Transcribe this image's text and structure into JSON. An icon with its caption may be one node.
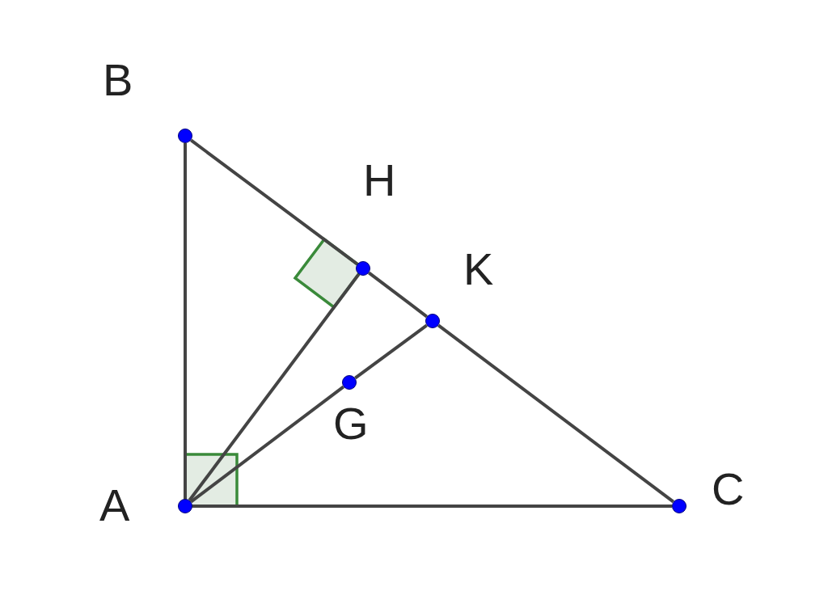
{
  "diagram": {
    "nodes": [
      {
        "text": [
          "A"
        ]
      },
      {
        "text": [
          "B"
        ]
      },
      {
        "text": [
          "C"
        ]
      },
      {
        "text": [
          "H"
        ]
      },
      {
        "text": [
          "K"
        ]
      },
      {
        "text": [
          "G"
        ]
      }
    ],
    "edges": [
      {
        "from": 0,
        "to": 1,
        "arrow": "none"
      },
      {
        "from": 1,
        "to": 3,
        "arrow": "none"
      },
      {
        "from": 3,
        "to": 4,
        "arrow": "none"
      },
      {
        "from": 4,
        "to": 2,
        "arrow": "none"
      },
      {
        "from": 0,
        "to": 2,
        "arrow": "none"
      },
      {
        "from": 0,
        "to": 3,
        "arrow": "none"
      },
      {
        "from": 0,
        "to": 5,
        "arrow": "none"
      },
      {
        "from": 5,
        "to": 4,
        "arrow": "none"
      }
    ]
  }
}
